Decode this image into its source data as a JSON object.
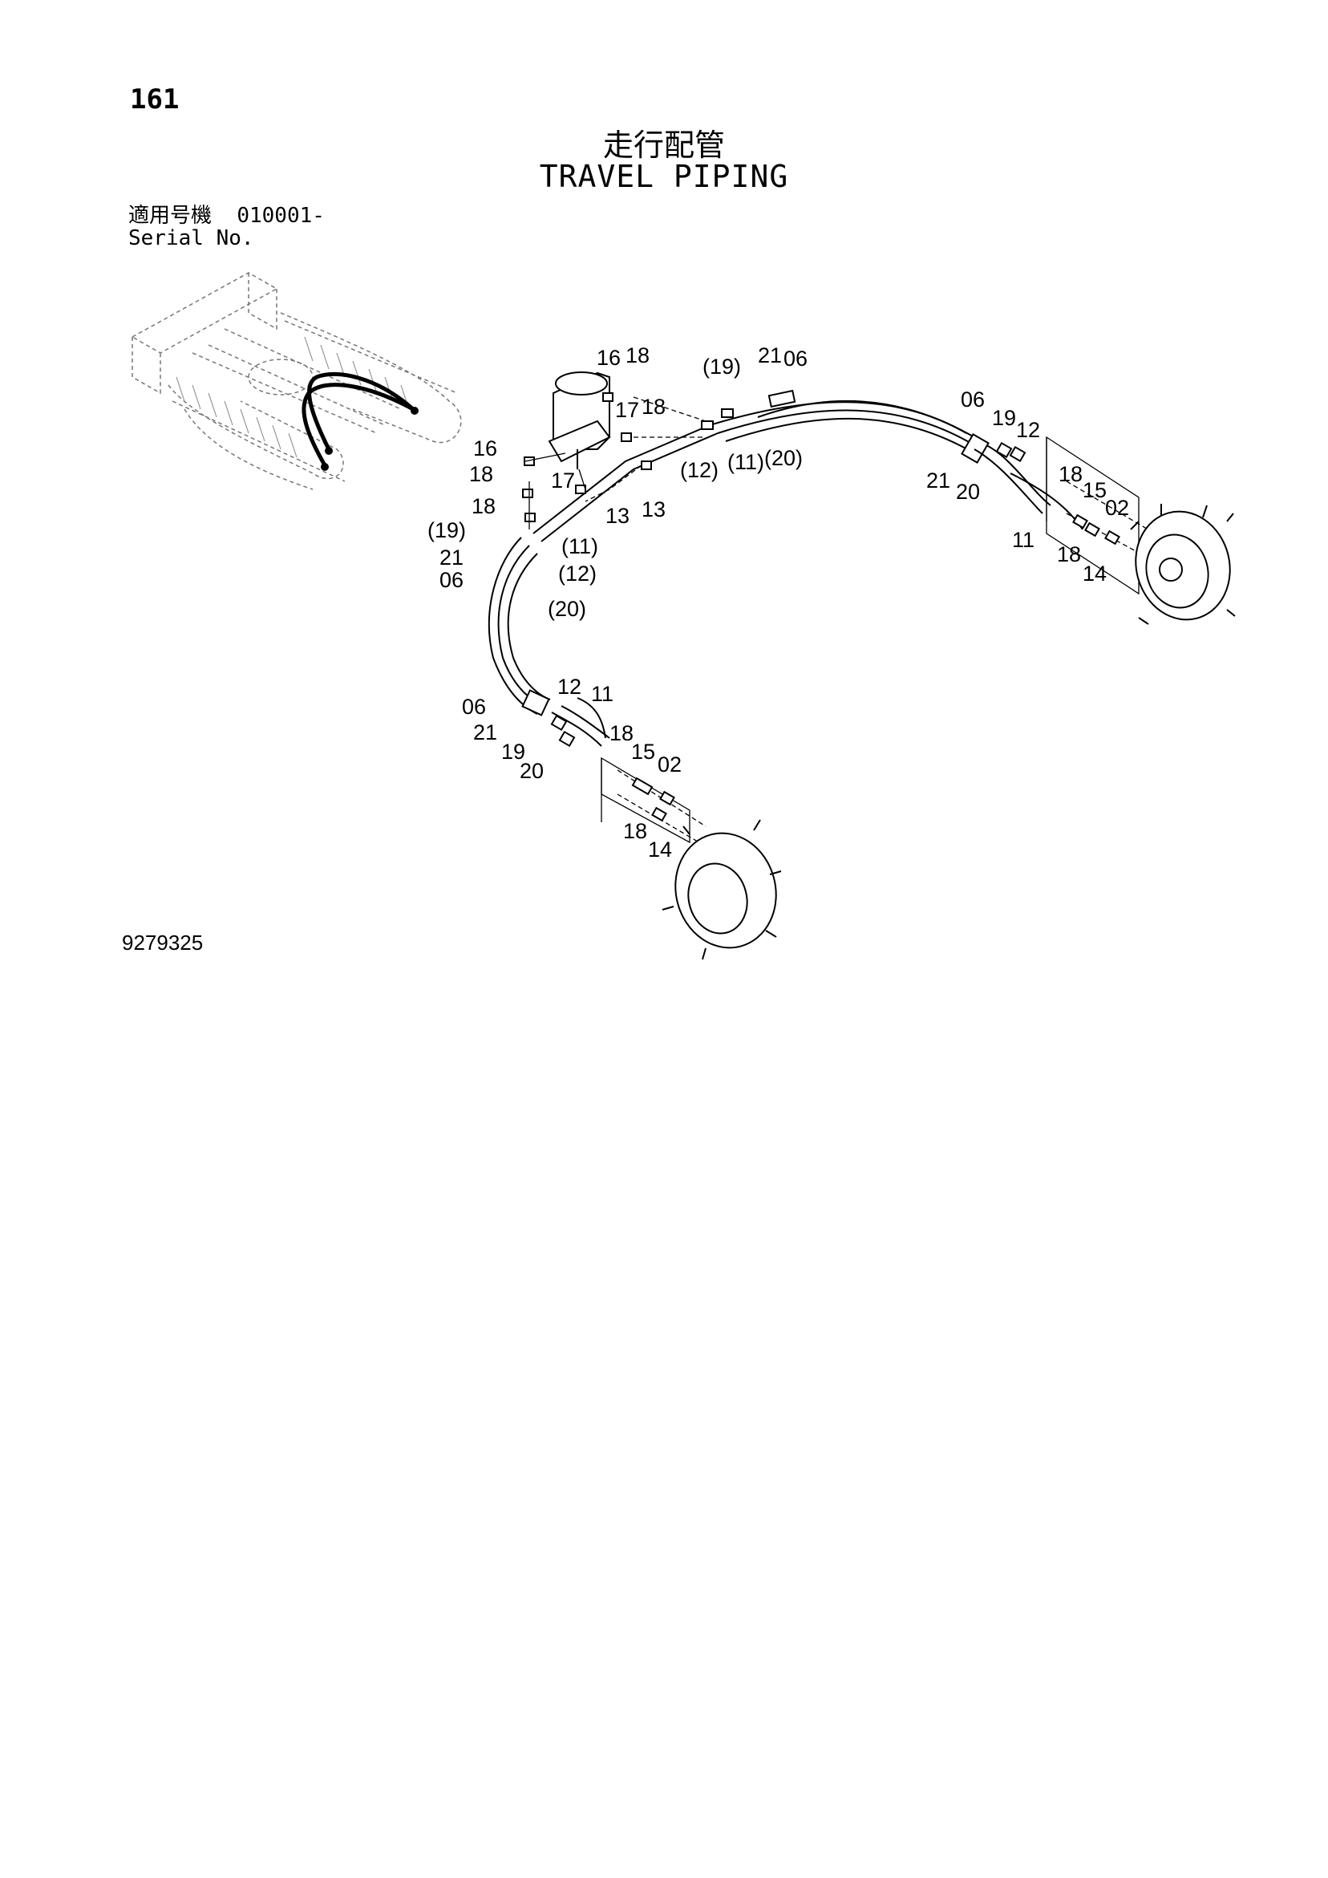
{
  "page": {
    "number": "161",
    "title_ja": "走行配管",
    "title_en": "TRAVEL PIPING",
    "serial_label_ja": "適用号機",
    "serial_value": "010001-",
    "serial_label_en": "Serial No.",
    "drawing_number": "9279325"
  },
  "diagram": {
    "callouts": [
      "16",
      "18",
      "(19)",
      "21",
      "06",
      "17",
      "18",
      "06",
      "19",
      "12",
      "16",
      "18",
      "17",
      "18",
      "13",
      "13",
      "(12)",
      "(11)",
      "(20)",
      "21",
      "20",
      "18",
      "15",
      "02",
      "11",
      "18",
      "14",
      "(19)",
      "(11)",
      "21",
      "(12)",
      "06",
      "(20)",
      "12",
      "11",
      "06",
      "21",
      "18",
      "19",
      "15",
      "20",
      "02",
      "18",
      "14"
    ]
  }
}
